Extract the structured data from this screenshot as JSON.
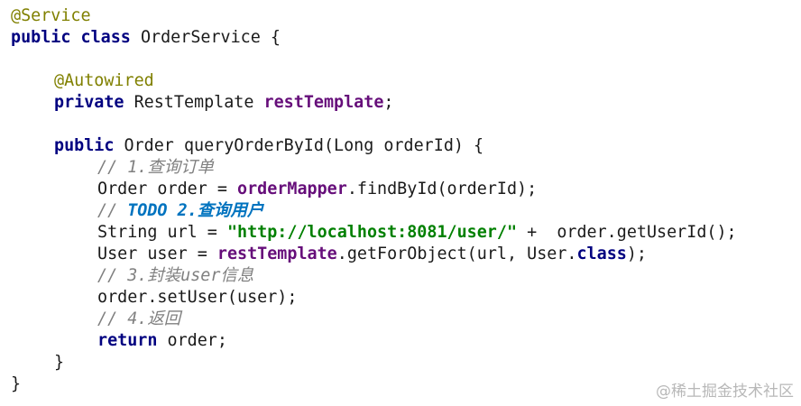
{
  "code": {
    "line1": {
      "annotation": "@Service"
    },
    "line2": {
      "kw1": "public",
      "kw2": "class",
      "rest": " OrderService {"
    },
    "line4": {
      "annotation": "@Autowired"
    },
    "line5": {
      "kw": "private",
      "type": " RestTemplate ",
      "field": "restTemplate",
      "end": ";"
    },
    "line7": {
      "kw": "public",
      "rest": " Order queryOrderById(Long orderId) {"
    },
    "line8": {
      "comment": "// 1.查询订单"
    },
    "line9": {
      "pre": "Order order = ",
      "field": "orderMapper",
      "post": ".findById(orderId);"
    },
    "line10": {
      "slashes": "// ",
      "todo": "TODO 2.查询用户"
    },
    "line11": {
      "pre": "String url = ",
      "string": "\"http://localhost:8081/user/\"",
      "post": " +  order.getUserId();"
    },
    "line12": {
      "pre": "User user = ",
      "field": "restTemplate",
      "mid": ".getForObject(url, User.",
      "kw": "class",
      "end": ");"
    },
    "line13": {
      "comment": "// 3.封装user信息"
    },
    "line14": {
      "text": "order.setUser(user);"
    },
    "line15": {
      "comment": "// 4.返回"
    },
    "line16": {
      "kw": "return",
      "rest": " order;"
    },
    "line17": {
      "text": "}"
    },
    "line18": {
      "text": "}"
    }
  },
  "watermark": "@稀土掘金技术社区",
  "colors": {
    "annotation": "#808000",
    "keyword": "#000080",
    "field": "#660e7a",
    "string": "#008000",
    "comment": "#808080",
    "todo": "#0073bf"
  }
}
